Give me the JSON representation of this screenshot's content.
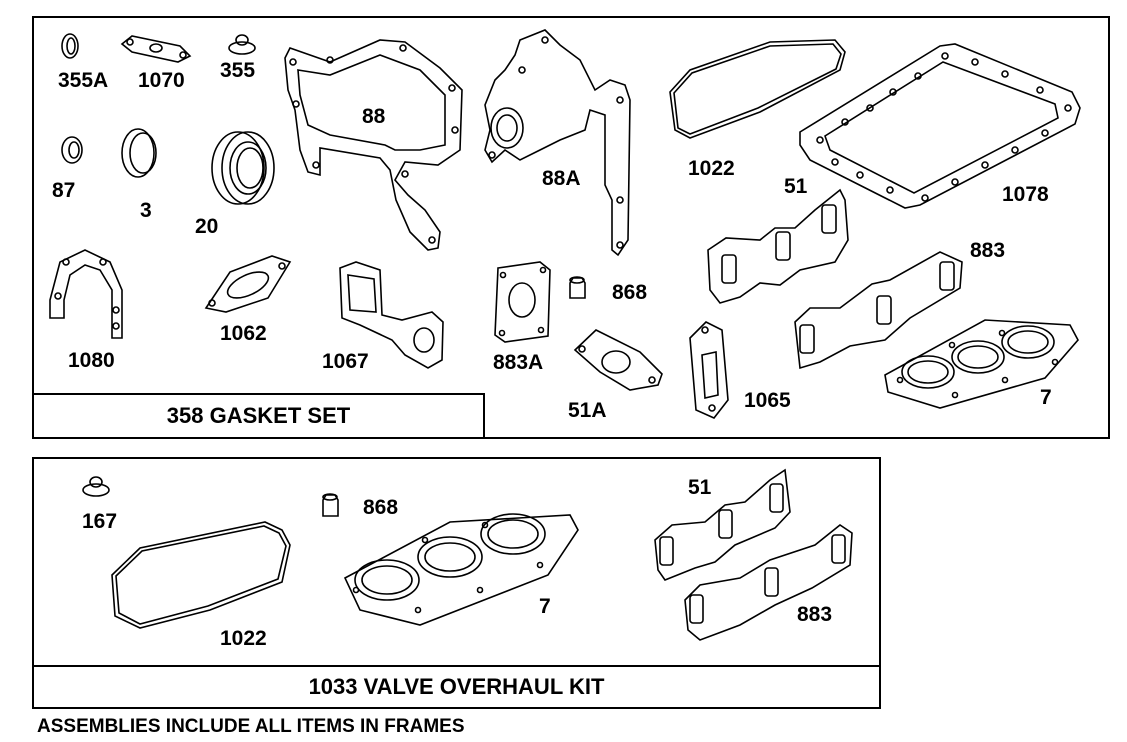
{
  "gasket_set": {
    "title": "358 GASKET SET",
    "parts": {
      "p355a": "355A",
      "p1070": "1070",
      "p355": "355",
      "p88": "88",
      "p88a": "88A",
      "p1022": "1022",
      "p1078": "1078",
      "p87": "87",
      "p3": "3",
      "p20": "20",
      "p51": "51",
      "p883": "883",
      "p868": "868",
      "p1080": "1080",
      "p1062": "1062",
      "p1067": "1067",
      "p883a": "883A",
      "p51a": "51A",
      "p1065": "1065",
      "p7": "7"
    }
  },
  "valve_kit": {
    "title": "1033 VALVE OVERHAUL KIT",
    "parts": {
      "p167": "167",
      "p868": "868",
      "p51": "51",
      "p1022": "1022",
      "p7": "7",
      "p883": "883"
    }
  },
  "footer": "ASSEMBLIES INCLUDE ALL ITEMS IN FRAMES"
}
